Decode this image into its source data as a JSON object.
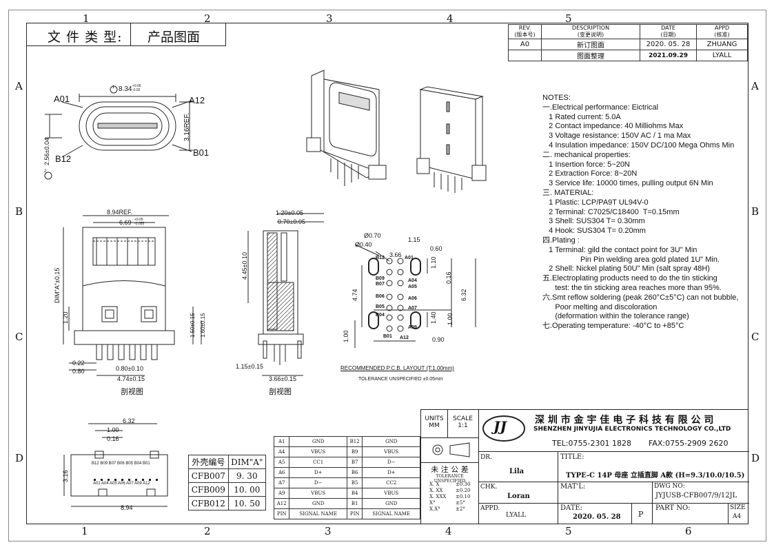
{
  "header": {
    "file_type_label": "文 件 类 型:",
    "file_type_value": "产品图面"
  },
  "revision": {
    "headers": [
      {
        "en": "REV.",
        "cn": "(版本号)"
      },
      {
        "en": "DESCRIPTION",
        "cn": "(变更说明)"
      },
      {
        "en": "DATE",
        "cn": "(日期)"
      },
      {
        "en": "APPD",
        "cn": "(核准)"
      }
    ],
    "rows": [
      [
        "A0",
        "新订图面",
        "2020. 05. 28",
        "ZHUANG"
      ],
      [
        "",
        "图面整理",
        "2021.09.29",
        "LYALL"
      ]
    ]
  },
  "grid": {
    "cols": [
      "1",
      "2",
      "3",
      "4",
      "5",
      "6"
    ],
    "rows": [
      "A",
      "B",
      "C",
      "D"
    ]
  },
  "notes": {
    "title": "NOTES:",
    "lines": [
      "一.Electrical performance: Eictrical",
      "   1 Rated current: 5.0A",
      "   2 Contact impedance: 40 Milliohms Max",
      "   3 Voltage resistance: 150V AC / 1 ma Max",
      "   4 Insulation impedance: 150V DC/100 Mega Ohms Min",
      "二. mechanical properties:",
      "   1 Insertion force: 5~20N",
      "   2 Extraction Force: 8~20N",
      "   3 Service life: 10000 times, pulling output 6N Min",
      "三. MATERIAL:",
      "   1 Plastic: LCP/PA9T UL94V-0",
      "   2 Terminal: C7025/C18400  T=0.15mm",
      "   3 Shell: SUS304 T= 0.30mm",
      "   4 Hook: SUS304 T= 0.20mm",
      "四.Plating :",
      "   1 Terminal: gild the contact point for 3U\" Min",
      "                  Pin Pin welding area gold plated 1U\" Min.",
      "   2 Shell: Nickel plating 50U\" Min (salt spray 48H)",
      "五.Electroplating products need to do the tin sticking",
      "      test: the tin sticking area reaches more than 95%.",
      "六.Smt reflow soldering (peak 260°C±5°C) can not bubble,",
      "      Poor melting and discoloration",
      "      (deformation within the tolerance range)",
      "七.Operating temperature: -40°C to +85°C"
    ]
  },
  "front_view": {
    "a01": "A01",
    "a12": "A12",
    "b12": "B12",
    "b01": "B01",
    "dim_width": "8.34",
    "dim_width_tol_up": "+0.06",
    "dim_width_tol_dn": "-0.02",
    "dim_height_ref": "3.16REF.",
    "dim_thick": "2.56±0.04",
    "n1": "1",
    "n2": "2"
  },
  "side_view": {
    "ref_width": "8.94REF.",
    "inner_width": "6.69",
    "inner_tol_up": "+0.05",
    "inner_tol_dn": "-0.055",
    "dim_a": "DIM\"A\"±0.15",
    "d120": "1.20",
    "d150": "1.50±0.15",
    "d160": "1.60±0.15",
    "d022": "0.22",
    "d080": "0.80",
    "d080b": "0.80±0.10",
    "d474": "4.74±0.15",
    "caption": "剖视图"
  },
  "section_view": {
    "d120": "1.20±0.05",
    "d070": "0.70±0.05",
    "d445": "4.45±0.10",
    "d115": "1.15±0.15",
    "d366": "3.66±0.15",
    "caption": "剖视图"
  },
  "pcb": {
    "d070": "Ø0.70",
    "d040": "Ø0.40",
    "d115": "1.15",
    "d060": "0.60",
    "d366": "3.66",
    "d110": "1.10",
    "d016": "0.16",
    "d474": "4.74",
    "d632": "6.32",
    "d140": "1.40",
    "d100": "1.00",
    "d100b": "1.00",
    "d090": "0.90",
    "pins_left": [
      "B12",
      "B09",
      "B07",
      "B06",
      "B05",
      "B04",
      "B01"
    ],
    "pins_right": [
      "A01",
      "A04",
      "A05",
      "A06",
      "A07",
      "A09",
      "A12"
    ],
    "caption": "RECOMMENDED   P.C.B.  LAYOUT  (T:1.00mm)",
    "tolerance": "TOLERANCE UNSPECIFIED ±0.05mm"
  },
  "bottom_view": {
    "d632": "6.32",
    "d100": "1.00",
    "d016": "0.16",
    "d316": "3.16",
    "d894": "8.94",
    "top_pins": "B12 B09 B07 B06  B05 B04 B01",
    "bot_pins": "A01  A04  A05  A06 A07 A09 A12"
  },
  "part_table": {
    "headers": [
      "外壳编号",
      "DIM\"A\""
    ],
    "rows": [
      [
        "CFB007",
        "9. 30"
      ],
      [
        "CFB009",
        "10. 00"
      ],
      [
        "CFB012",
        "10. 50"
      ]
    ]
  },
  "pin_table": {
    "rows": [
      [
        "A1",
        "GND",
        "B12",
        "GND"
      ],
      [
        "A4",
        "VBUS",
        "B9",
        "VBUS"
      ],
      [
        "A5",
        "CC1",
        "B7",
        "D−"
      ],
      [
        "A6",
        "D+",
        "B6",
        "D+"
      ],
      [
        "A7",
        "D−",
        "B5",
        "CC2"
      ],
      [
        "A9",
        "VBUS",
        "B4",
        "VBUS"
      ],
      [
        "A12",
        "GND",
        "B1",
        "GND"
      ]
    ],
    "footer": [
      "PIN",
      "SIGNAL NAME",
      "PIN",
      "SIGNAL NAME"
    ]
  },
  "title_block": {
    "units_label": "UNITS",
    "units_value": "MM",
    "scale_label": "SCALE",
    "scale_value": "1:1",
    "tol_title": "未 注 公 差",
    "tol_sub": "TOLERANCE UNSPECIFIED",
    "tol_rows": [
      [
        "X. X",
        "±0.30"
      ],
      [
        "X. XX",
        "±0.20"
      ],
      [
        "X. XXX",
        "±0.10"
      ],
      [
        "X°",
        "±5°"
      ],
      [
        "X.X°",
        "±2°"
      ]
    ],
    "company_cn": "深 圳 市 金 宇 佳 电 子 科 技 有 限 公 司",
    "company_en": "SHENZHEN JINYUJIA ELECTRONICS TECHNOLOGY CO.,LTD",
    "tel": "TEL:0755-2301 1828",
    "fax": "FAX:0755-2909 2620",
    "logo": "JJ",
    "dr_label": "DR.",
    "dr_value": "Lila",
    "chk_label": "CHK.",
    "chk_value": "Loran",
    "appd_label": "APPD.",
    "appd_value": "LYALL",
    "title_label": "TITLE:",
    "title_value": "TYPE-C 14P 母座 立插直脚 A款 (H=9.3/10.0/10.5)",
    "matl_label": "MAT'L:",
    "dwg_label": "DWG NO:",
    "dwg_value": "JYJUSB-CFB007/9/12JL",
    "date_label": "DATE:",
    "date_value": "2020. 05. 28",
    "p_label": "P",
    "part_label": "PART NO:",
    "size_label": "SIZE",
    "size_value": "A4"
  }
}
